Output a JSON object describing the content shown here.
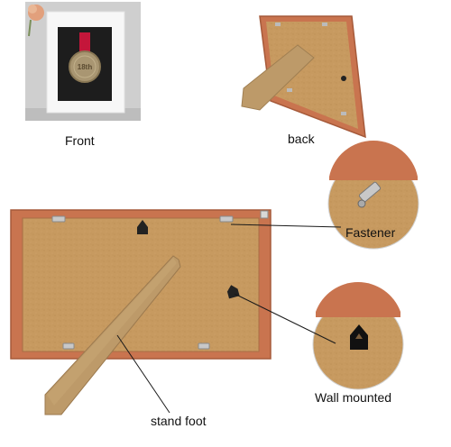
{
  "labels": {
    "front": "Front",
    "back": "back",
    "fastener": "Fastener",
    "wall_mounted": "Wall mounted",
    "stand_foot": "stand foot"
  },
  "medal_text": "18th",
  "colors": {
    "frame_wood": "#c9744f",
    "frame_wood_dark": "#a65a3a",
    "backboard": "#c79a60",
    "backboard_dark": "#b3874f",
    "white_frame": "#f7f7f7",
    "photo_bg": "#cfcfcf",
    "ribbon": "#c4163a",
    "medal": "#a99672",
    "leader_line": "#1a1a1a"
  }
}
